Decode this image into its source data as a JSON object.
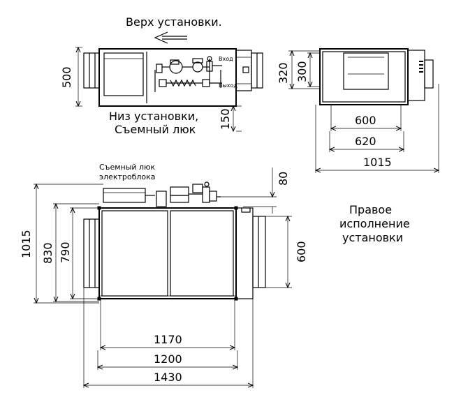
{
  "labels": {
    "top_side": "Верх установки.",
    "bottom_side_line1": "Низ установки,",
    "bottom_side_line2": "Съемный люк",
    "electro_hatch_line1": "Съемный люк",
    "electro_hatch_line2": "электроблока",
    "right_version_line1": "Правое",
    "right_version_line2": "исполнение",
    "right_version_line3": "установки",
    "inlet": "Вход",
    "outlet": "Выход"
  },
  "dimensions": {
    "top_height": "500",
    "top_hatch": "150",
    "side_320": "320",
    "side_300": "300",
    "side_600": "600",
    "side_620": "620",
    "side_1015": "1015",
    "front_1015": "1015",
    "front_830": "830",
    "front_790": "790",
    "front_80": "80",
    "front_600": "600",
    "front_1170": "1170",
    "front_1200": "1200",
    "front_1430": "1430"
  }
}
